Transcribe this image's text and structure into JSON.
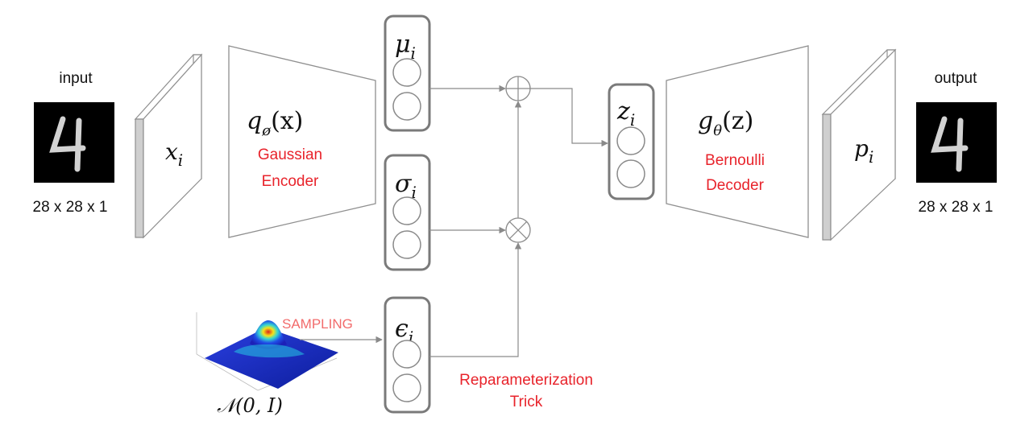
{
  "input": {
    "caption": "input",
    "size": "28 x 28 x 1"
  },
  "output": {
    "caption": "output",
    "size": "28 x 28 x 1"
  },
  "encoder": {
    "formula": "q",
    "formula_sub": "ø",
    "formula_arg": "(x)",
    "label_line1": "Gaussian",
    "label_line2": "Encoder"
  },
  "decoder": {
    "formula": "g",
    "formula_sub": "θ",
    "formula_arg": "(z)",
    "label_line1": "Bernoulli",
    "label_line2": "Decoder"
  },
  "x_layer": {
    "symbol": "x",
    "sub": "i"
  },
  "p_layer": {
    "symbol": "p",
    "sub": "i"
  },
  "mu": {
    "symbol": "μ",
    "sub": "i"
  },
  "sigma": {
    "symbol": "σ",
    "sub": "i"
  },
  "epsilon": {
    "symbol": "ϵ",
    "sub": "i"
  },
  "z": {
    "symbol": "z",
    "sub": "i"
  },
  "sampling": {
    "label": "SAMPLING",
    "dist": "𝒩(0, I)"
  },
  "reparam": {
    "line1": "Reparameterization",
    "line2": "Trick"
  },
  "ops": {
    "add": "⊕",
    "mul": "⊗"
  },
  "colors": {
    "red_label": "#e8232b",
    "sampling_label": "#f26b6b",
    "box_stroke": "#7a7a7a"
  }
}
